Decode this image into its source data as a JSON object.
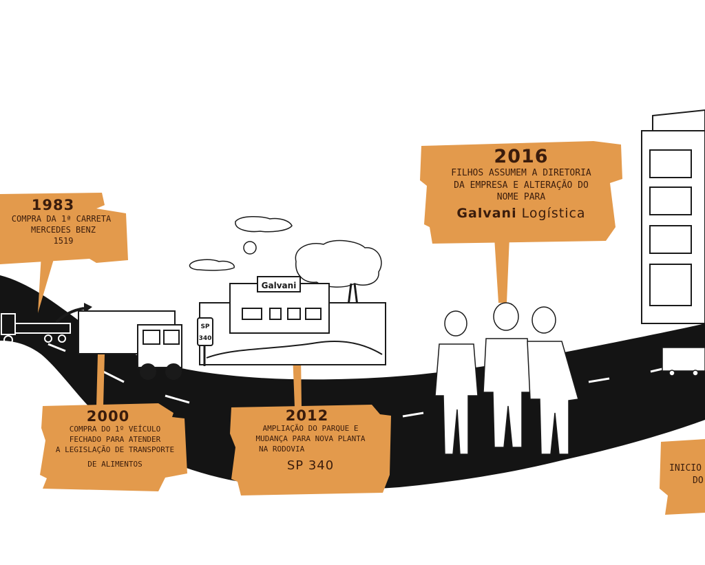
{
  "milestones": {
    "m1983": {
      "year": "1983",
      "line1": "COMPRA DA 1ª CARRETA",
      "line2": "MERCEDES BENZ",
      "line3": "1519"
    },
    "m2000": {
      "year": "2000",
      "line1": "COMPRA DO 1º VEÍCULO",
      "line2": "FECHADO PARA ATENDER",
      "line3": "A LEGISLAÇÃO DE TRANSPORTE",
      "line4": "DE ALIMENTOS"
    },
    "m2012": {
      "year": "2012",
      "line1": "AMPLIAÇÃO DO PARQUE E",
      "line2": "MUDANÇA PARA NOVA PLANTA",
      "line3": "NA RODOVIA",
      "line4": "SP 340"
    },
    "m2016": {
      "year": "2016",
      "line1": "FILHOS ASSUMEM A DIRETORIA",
      "line2": "DA EMPRESA E ALTERAÇÃO DO",
      "line3": "NOME PARA",
      "brand_bold": "Galvani",
      "brand_rest": "Logística"
    },
    "partial": {
      "line1": "INICIO",
      "line2": "DO"
    }
  },
  "scene_text": {
    "building_sign": "Galvani",
    "road_sign_line1": "SP",
    "road_sign_line2": "340"
  },
  "colors": {
    "sign_fill": "#e39a4c",
    "sign_text": "#3a1c0c",
    "road": "#141414",
    "ink": "#1a1a1a"
  }
}
